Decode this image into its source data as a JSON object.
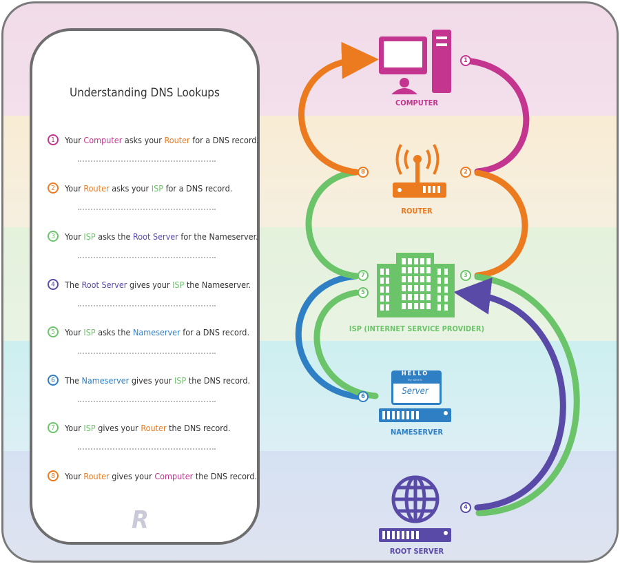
{
  "title": "Understanding DNS Lookups",
  "colors": {
    "computer": "#c4358f",
    "router": "#ec7a1f",
    "isp": "#6cc46a",
    "nameserver": "#2f7fc5",
    "root": "#5a4aa8",
    "text": "#333333"
  },
  "steps": [
    {
      "num": "1",
      "color": "computer",
      "parts": [
        [
          "Your ",
          "text"
        ],
        [
          "Computer",
          "computer"
        ],
        [
          " asks your ",
          "text"
        ],
        [
          "Router",
          "router"
        ],
        [
          " for a DNS record.",
          "text"
        ]
      ]
    },
    {
      "num": "2",
      "color": "router",
      "parts": [
        [
          "Your ",
          "text"
        ],
        [
          "Router",
          "router"
        ],
        [
          " asks your ",
          "text"
        ],
        [
          "ISP",
          "isp"
        ],
        [
          " for a DNS record.",
          "text"
        ]
      ]
    },
    {
      "num": "3",
      "color": "isp",
      "parts": [
        [
          "Your ",
          "text"
        ],
        [
          "ISP",
          "isp"
        ],
        [
          " asks the ",
          "text"
        ],
        [
          "Root Server",
          "root"
        ],
        [
          " for the Nameserver.",
          "text"
        ]
      ]
    },
    {
      "num": "4",
      "color": "root",
      "parts": [
        [
          "The ",
          "text"
        ],
        [
          "Root Server",
          "root"
        ],
        [
          " gives your ",
          "text"
        ],
        [
          "ISP",
          "isp"
        ],
        [
          " the Nameserver.",
          "text"
        ]
      ]
    },
    {
      "num": "5",
      "color": "isp",
      "parts": [
        [
          "Your ",
          "text"
        ],
        [
          "ISP",
          "isp"
        ],
        [
          " asks the ",
          "text"
        ],
        [
          "Nameserver",
          "nameserver"
        ],
        [
          " for a DNS record.",
          "text"
        ]
      ]
    },
    {
      "num": "6",
      "color": "nameserver",
      "parts": [
        [
          "The ",
          "text"
        ],
        [
          "Nameserver",
          "nameserver"
        ],
        [
          " gives your ",
          "text"
        ],
        [
          "ISP",
          "isp"
        ],
        [
          " the DNS record.",
          "text"
        ]
      ]
    },
    {
      "num": "7",
      "color": "isp",
      "parts": [
        [
          "Your ",
          "text"
        ],
        [
          "ISP",
          "isp"
        ],
        [
          " gives your ",
          "text"
        ],
        [
          "Router",
          "router"
        ],
        [
          " the DNS record.",
          "text"
        ]
      ]
    },
    {
      "num": "8",
      "color": "router",
      "parts": [
        [
          "Your ",
          "text"
        ],
        [
          "Router",
          "router"
        ],
        [
          " gives your ",
          "text"
        ],
        [
          "Computer",
          "computer"
        ],
        [
          " the DNS record.",
          "text"
        ]
      ]
    }
  ],
  "nodes": {
    "computer": "COMPUTER",
    "router": "ROUTER",
    "isp": "ISP (INTERNET SERVICE PROVIDER)",
    "nameserver": "NAMESERVER",
    "root": "ROOT SERVER"
  },
  "nametag": {
    "hello": "HELLO",
    "sub": "my name is",
    "name": "Server"
  },
  "badges": [
    "1",
    "2",
    "3",
    "4",
    "5",
    "6",
    "7",
    "8"
  ],
  "logo": "R"
}
